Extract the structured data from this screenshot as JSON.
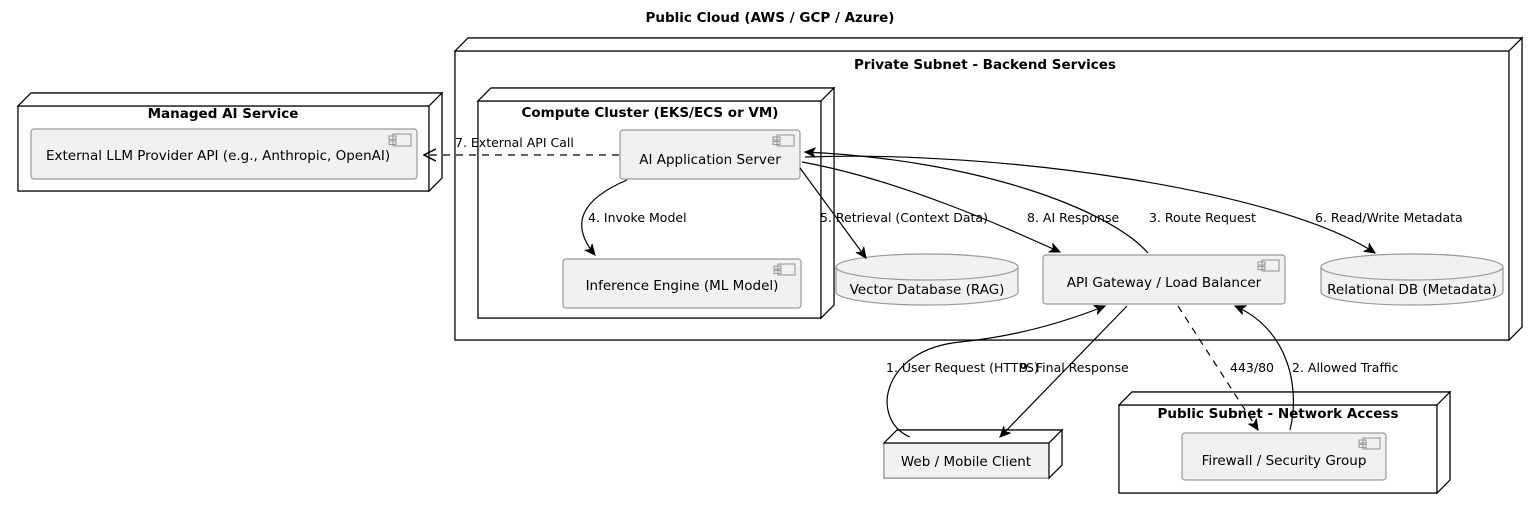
{
  "diagram": {
    "type": "uml-deployment-diagram",
    "cloud_title": "Public Cloud (AWS / GCP / Azure)",
    "nodes": [
      {
        "id": "managed-ai-service",
        "title": "Managed AI Service",
        "kind": "node-3d",
        "components": [
          {
            "id": "external-llm",
            "label": "External LLM Provider API (e.g., Anthropic, OpenAI)",
            "kind": "component"
          }
        ]
      },
      {
        "id": "private-subnet",
        "title": "Private Subnet - Backend Services",
        "kind": "node-3d",
        "children": [
          {
            "id": "compute-cluster",
            "title": "Compute Cluster (EKS/ECS or VM)",
            "kind": "node-3d",
            "components": [
              {
                "id": "ai-app-server",
                "label": "AI Application Server",
                "kind": "component"
              },
              {
                "id": "inference-engine",
                "label": "Inference Engine (ML Model)",
                "kind": "component"
              }
            ]
          },
          {
            "id": "vector-db",
            "label": "Vector Database (RAG)",
            "kind": "database"
          },
          {
            "id": "api-gateway",
            "label": "API Gateway / Load Balancer",
            "kind": "component"
          },
          {
            "id": "relational-db",
            "label": "Relational DB (Metadata)",
            "kind": "database"
          }
        ]
      },
      {
        "id": "public-subnet",
        "title": "Public Subnet - Network Access",
        "kind": "node-3d",
        "components": [
          {
            "id": "firewall",
            "label": "Firewall / Security Group",
            "kind": "component"
          }
        ]
      },
      {
        "id": "web-mobile-client",
        "title": "Web / Mobile Client",
        "kind": "node-3d-standalone"
      }
    ],
    "edges": [
      {
        "id": "e1",
        "label": "1. User Request (HTTPS)",
        "from": "web-mobile-client",
        "to": "api-gateway",
        "style": "solid"
      },
      {
        "id": "e2",
        "label": "2. Allowed Traffic",
        "from": "firewall",
        "to": "api-gateway",
        "style": "solid"
      },
      {
        "id": "e3",
        "label": "3. Route Request",
        "from": "api-gateway",
        "to": "ai-app-server",
        "style": "solid"
      },
      {
        "id": "e4",
        "label": "4. Invoke Model",
        "from": "ai-app-server",
        "to": "inference-engine",
        "style": "solid"
      },
      {
        "id": "e5",
        "label": "5. Retrieval (Context Data)",
        "from": "ai-app-server",
        "to": "vector-db",
        "style": "solid"
      },
      {
        "id": "e6",
        "label": "6. Read/Write Metadata",
        "from": "ai-app-server",
        "to": "relational-db",
        "style": "solid"
      },
      {
        "id": "e7",
        "label": "7. External API Call",
        "from": "ai-app-server",
        "to": "external-llm",
        "style": "dashed"
      },
      {
        "id": "e8",
        "label": "8. AI Response",
        "from": "api-gateway",
        "to": "ai-app-server",
        "style": "solid"
      },
      {
        "id": "e9",
        "label": "9. Final Response",
        "from": "api-gateway",
        "to": "web-mobile-client",
        "style": "solid"
      },
      {
        "id": "e10",
        "label": "443/80",
        "from": "api-gateway",
        "to": "firewall",
        "style": "dashed"
      }
    ],
    "colors": {
      "component_fill": "#F1F1F1",
      "component_stroke": "#9A9A9A",
      "node_fill": "#FFFFFF",
      "node_stroke": "#000000",
      "edge_stroke": "#000000",
      "text": "#000000",
      "background": "#FFFFFF"
    }
  }
}
